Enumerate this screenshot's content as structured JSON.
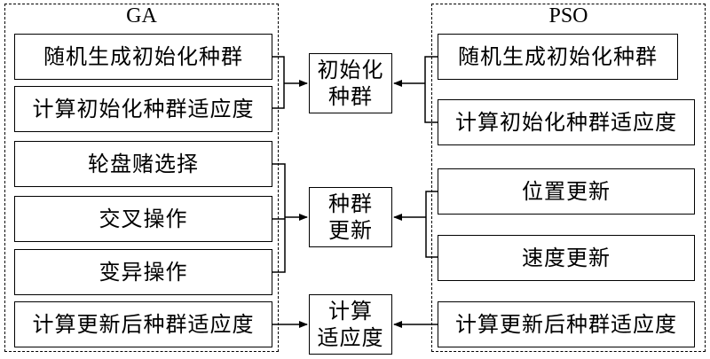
{
  "ga": {
    "title": "GA",
    "init_random": "随机生成初始化种群",
    "init_fitness": "计算初始化种群适应度",
    "roulette": "轮盘赌选择",
    "crossover": "交叉操作",
    "mutation": "变异操作",
    "updated_fitness": "计算更新后种群适应度"
  },
  "center": {
    "init_line1": "初始化",
    "init_line2": "种群",
    "update_line1": "种群",
    "update_line2": "更新",
    "fitness_line1": "计算",
    "fitness_line2": "适应度"
  },
  "pso": {
    "title": "PSO",
    "init_random": "随机生成初始化种群",
    "init_fitness": "计算初始化种群适应度",
    "position_update": "位置更新",
    "velocity_update": "速度更新",
    "updated_fitness": "计算更新后种群适应度"
  }
}
